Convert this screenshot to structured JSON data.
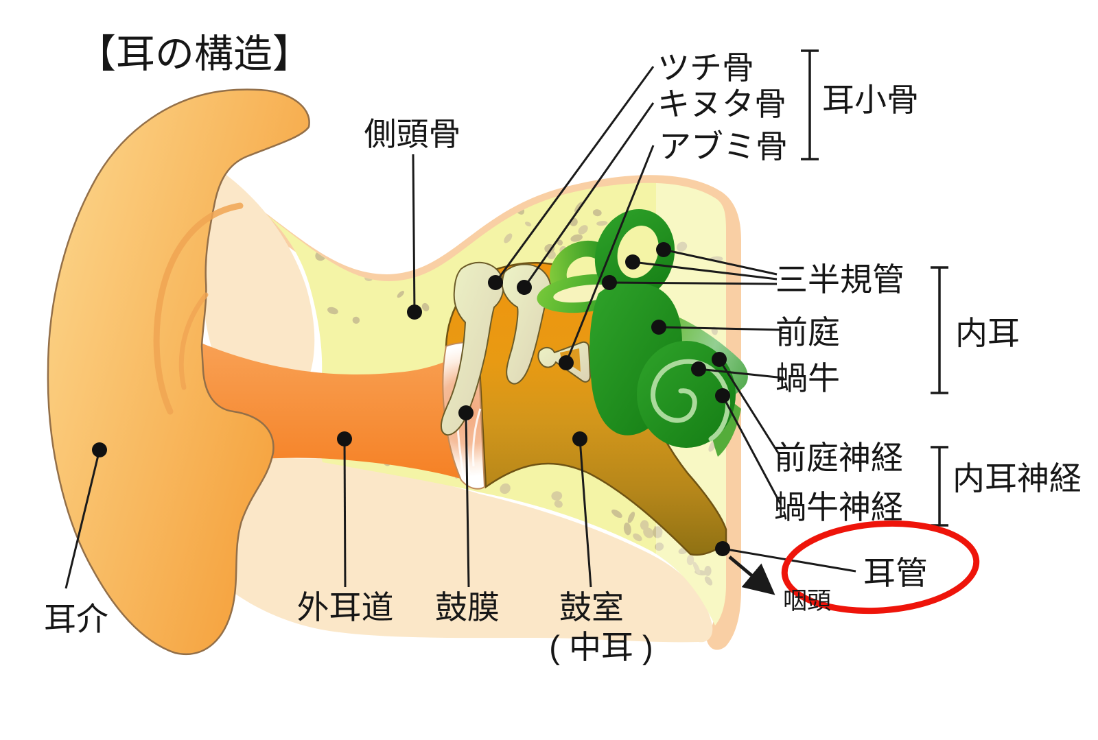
{
  "title": "【耳の構造】",
  "labels": {
    "temporal_bone": "側頭骨",
    "malleus": "ツチ骨",
    "incus": "キヌタ骨",
    "stapes": "アブミ骨",
    "ossicles_group": "耳小骨",
    "semicircular_canals": "三半規管",
    "vestibule": "前庭",
    "cochlea": "蝸牛",
    "inner_ear_group": "内耳",
    "vestibular_nerve": "前庭神経",
    "cochlear_nerve": "蝸牛神経",
    "inner_ear_nerve_group": "内耳神経",
    "eustachian_tube": "耳管",
    "pharynx": "咽頭",
    "auricle": "耳介",
    "ear_canal": "外耳道",
    "eardrum": "鼓膜",
    "tympanic_cavity": "鼓室",
    "tympanic_cavity_sub": "( 中耳 )"
  },
  "colors": {
    "highlight_circle": "#EE140A",
    "auricle_light": "#FCD88F",
    "auricle_dark": "#F5A13C",
    "skin_cream": "#FBE7C8",
    "skin_pink_band": "#F9CFA4",
    "bone_yellow": "#F4F4A6",
    "bone_speckle": "#D8CEA0",
    "canal_orange": "#F58227",
    "middle_ear_orange": "#F0940E",
    "eustachian_olive": "#8D7013",
    "ossicle_pale": "#EDF3C6",
    "inner_ear_green": "#1F8F1F",
    "nerve_green": "#68BA31",
    "line_black": "#1A1A1A"
  }
}
